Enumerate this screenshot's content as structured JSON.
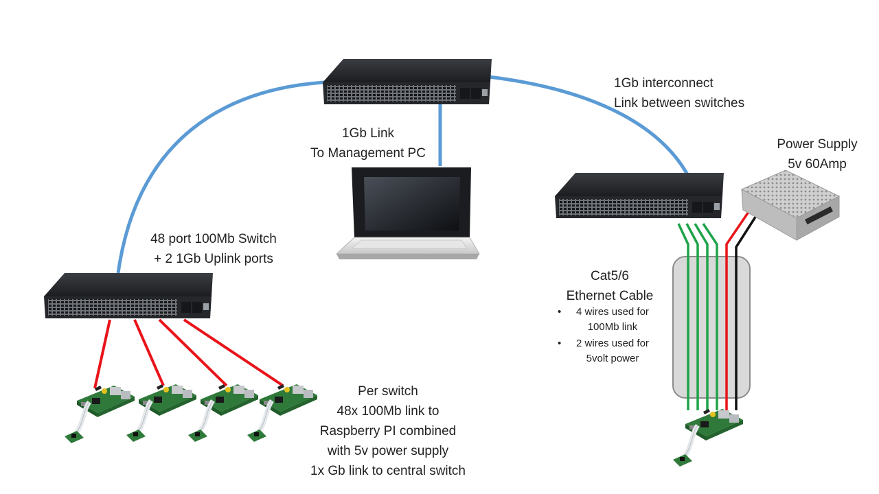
{
  "labels": {
    "interconnect": [
      "1Gb interconnect",
      "Link between switches"
    ],
    "management": [
      "1Gb Link",
      "To Management PC"
    ],
    "power_supply": [
      "Power Supply",
      "5v 60Amp"
    ],
    "switch_desc": [
      "48 port 100Mb Switch",
      "+ 2 1Gb Uplink ports"
    ],
    "cable": [
      "Cat5/6",
      "Ethernet Cable"
    ],
    "cable_bullets": [
      [
        "4 wires used for",
        "100Mb link"
      ],
      [
        "2 wires used for",
        "5volt power"
      ]
    ],
    "per_switch": [
      "Per switch",
      "48x 100Mb link to",
      "Raspberry PI combined",
      "with 5v power supply",
      "1x Gb link to central switch"
    ]
  },
  "colors": {
    "gb_link": "#5b9bd5",
    "pi_link": "#e8141a",
    "data_wire": "#1fa34a",
    "power_pos": "#e8141a",
    "power_neg": "#111111",
    "cable_sheath": "#d9d9d9",
    "switch_body": "#2b2d30"
  },
  "icons": [
    "network-switch-icon",
    "laptop-icon",
    "power-supply-icon",
    "raspberry-pi-icon",
    "camera-module-icon"
  ]
}
